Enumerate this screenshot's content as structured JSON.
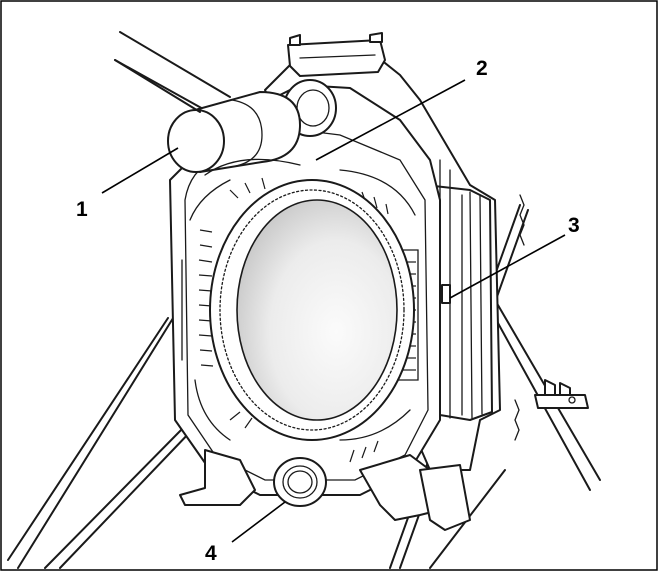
{
  "figure": {
    "callouts": [
      {
        "id": "1",
        "label": "1"
      },
      {
        "id": "2",
        "label": "2"
      },
      {
        "id": "3",
        "label": "3"
      },
      {
        "id": "4",
        "label": "4"
      }
    ],
    "colors": {
      "ink": "#1a1a1a",
      "background": "#ffffff",
      "window_light": "#f7f7f7",
      "window_shade": "#c8c8c8"
    }
  }
}
